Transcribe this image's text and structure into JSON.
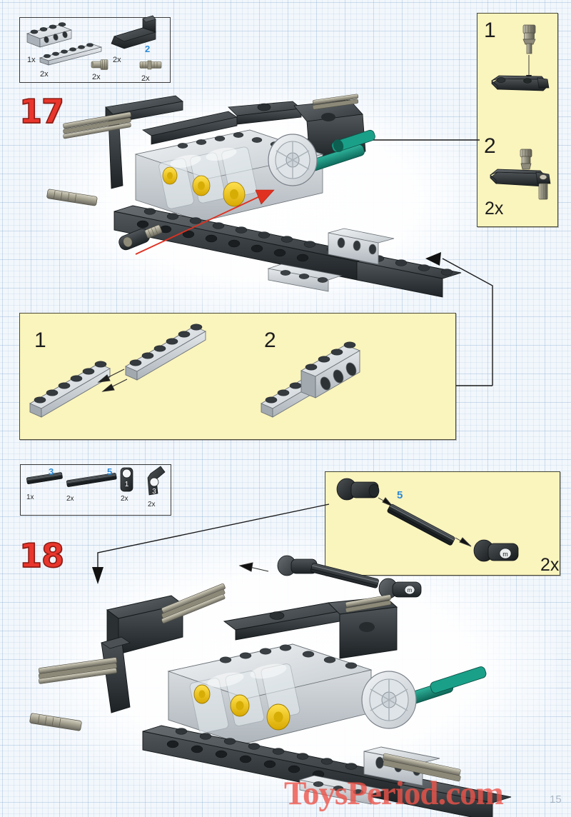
{
  "page": {
    "number": "15",
    "watermark": "ToysPeriod.com",
    "background": "#f2f7fc",
    "grid_color": "#8cafd2",
    "callout_fill": "#faf4bd",
    "step_number_color": "#e8362c",
    "length_label_color": "#2e8ad4"
  },
  "steps": [
    {
      "number": "17",
      "parts_box": {
        "parts": [
          {
            "name": "technic-brick-1x4-with-holes",
            "qty": "1x",
            "length_label": ""
          },
          {
            "name": "plate-1x6",
            "qty": "2x",
            "length_label": ""
          },
          {
            "name": "pin-with-friction-half",
            "qty": "2x",
            "length_label": ""
          },
          {
            "name": "angular-beam-bent-liftarm",
            "qty": "2x",
            "length_label": ""
          },
          {
            "name": "axle-2-notched",
            "qty": "2x",
            "length_label": "2"
          }
        ]
      },
      "callouts": [
        {
          "name": "sub-assembly-top-right",
          "quantity": "2x",
          "substeps": [
            {
              "number": "1",
              "description": "insert-grey-pin-into-black-angular-beam"
            },
            {
              "number": "2",
              "description": "assembled-beam-with-pin-and-axle"
            }
          ]
        },
        {
          "name": "sub-assembly-middle",
          "quantity": "",
          "substeps": [
            {
              "number": "1",
              "description": "two-grey-plates-1x6-aligned"
            },
            {
              "number": "2",
              "description": "technic-brick-with-holes-added-on-plates"
            }
          ]
        }
      ]
    },
    {
      "number": "18",
      "parts_box": {
        "parts": [
          {
            "name": "axle-3",
            "qty": "1x",
            "length_label": "3"
          },
          {
            "name": "axle-5",
            "qty": "2x",
            "length_label": "5"
          },
          {
            "name": "liftarm-1-black",
            "qty": "2x",
            "length_label": "1"
          },
          {
            "name": "liftarm-3-bent-black",
            "qty": "2x",
            "length_label": "3"
          }
        ]
      },
      "callouts": [
        {
          "name": "sub-assembly-axle-with-ball-joints",
          "quantity": "2x",
          "substeps": [
            {
              "number": "",
              "description": "black-axle-5-between-two-ball-joint-connectors",
              "length_label": "5"
            }
          ]
        }
      ]
    }
  ],
  "models": [
    {
      "name": "model-step-17",
      "description": "partially-built-technic-engine-chassis-with-yellow-pistons-and-teal-axles",
      "arrows": [
        {
          "name": "red-insertion-arrow",
          "color": "#e03020"
        },
        {
          "name": "callout-leader-top-right",
          "color": "#1a1a1a"
        },
        {
          "name": "callout-leader-middle",
          "color": "#1a1a1a"
        }
      ]
    },
    {
      "name": "model-step-18",
      "description": "technic-engine-chassis-with-black-liftarms-and-ball-joint-linkage-added",
      "arrows": [
        {
          "name": "callout-leader-down",
          "color": "#1a1a1a"
        },
        {
          "name": "assembly-arrow-left",
          "color": "#1a1a1a"
        },
        {
          "name": "assembly-arrow-right",
          "color": "#1a1a1a"
        }
      ]
    }
  ]
}
